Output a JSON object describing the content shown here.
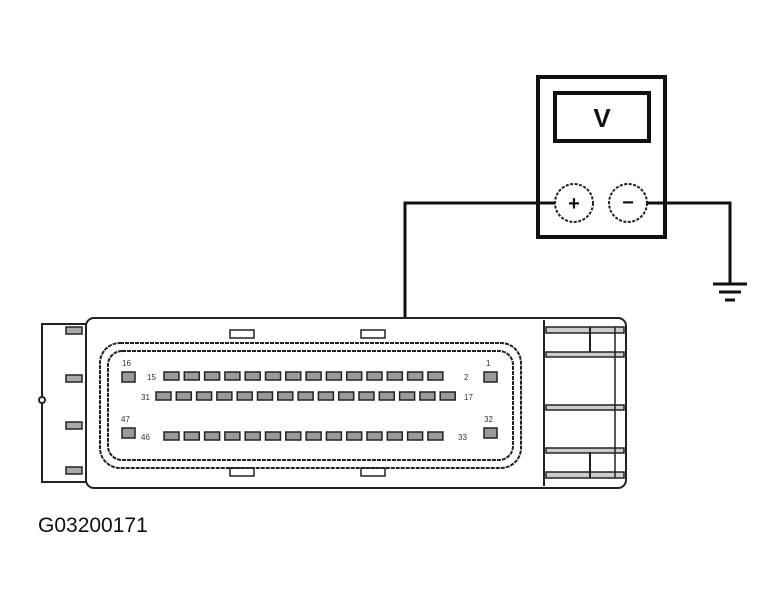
{
  "figure_id": "G03200171",
  "meter": {
    "display_symbol": "V",
    "positive_terminal": "+",
    "negative_terminal": "−"
  },
  "connector": {
    "pin_labels": {
      "top_left_single": "16",
      "top_row_start": "15",
      "top_row_end": "2",
      "top_right_single": "1",
      "middle_row_start": "31",
      "middle_row_end": "17",
      "bottom_left_single": "47",
      "bottom_row_start": "46",
      "bottom_row_end": "33",
      "bottom_right_single": "32"
    },
    "probed_pin_index_top_row": 12
  },
  "colors": {
    "line": "#111111",
    "pin_fill": "#9a9a9a"
  }
}
